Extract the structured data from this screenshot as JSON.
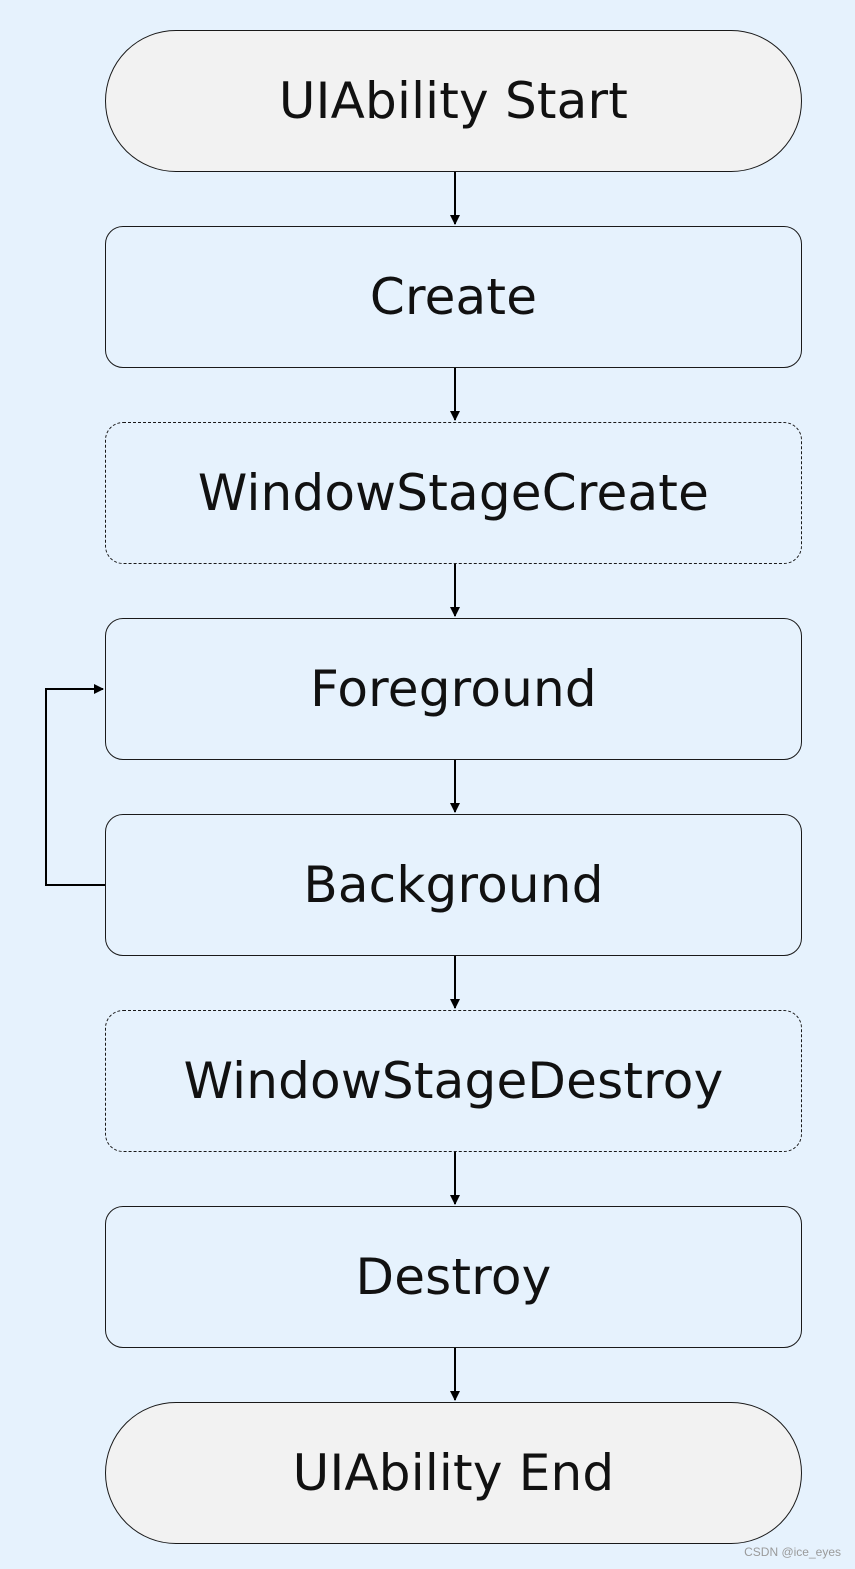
{
  "nodes": [
    {
      "label": "UIAbility Start",
      "kind": "terminal"
    },
    {
      "label": "Create",
      "kind": "process"
    },
    {
      "label": "WindowStageCreate",
      "kind": "optional"
    },
    {
      "label": "Foreground",
      "kind": "process"
    },
    {
      "label": "Background",
      "kind": "process"
    },
    {
      "label": "WindowStageDestroy",
      "kind": "optional"
    },
    {
      "label": "Destroy",
      "kind": "process"
    },
    {
      "label": "UIAbility End",
      "kind": "terminal"
    }
  ],
  "edges": [
    {
      "from": "UIAbility Start",
      "to": "Create"
    },
    {
      "from": "Create",
      "to": "WindowStageCreate"
    },
    {
      "from": "WindowStageCreate",
      "to": "Foreground"
    },
    {
      "from": "Foreground",
      "to": "Background"
    },
    {
      "from": "Background",
      "to": "Foreground",
      "route": "loop-left"
    },
    {
      "from": "Background",
      "to": "WindowStageDestroy"
    },
    {
      "from": "WindowStageDestroy",
      "to": "Destroy"
    },
    {
      "from": "Destroy",
      "to": "UIAbility End"
    }
  ],
  "colors": {
    "background": "#e6f2fd",
    "terminal_fill": "#f2f2f2",
    "stroke": "#1a1a1a"
  },
  "watermark": "CSDN @ice_eyes"
}
